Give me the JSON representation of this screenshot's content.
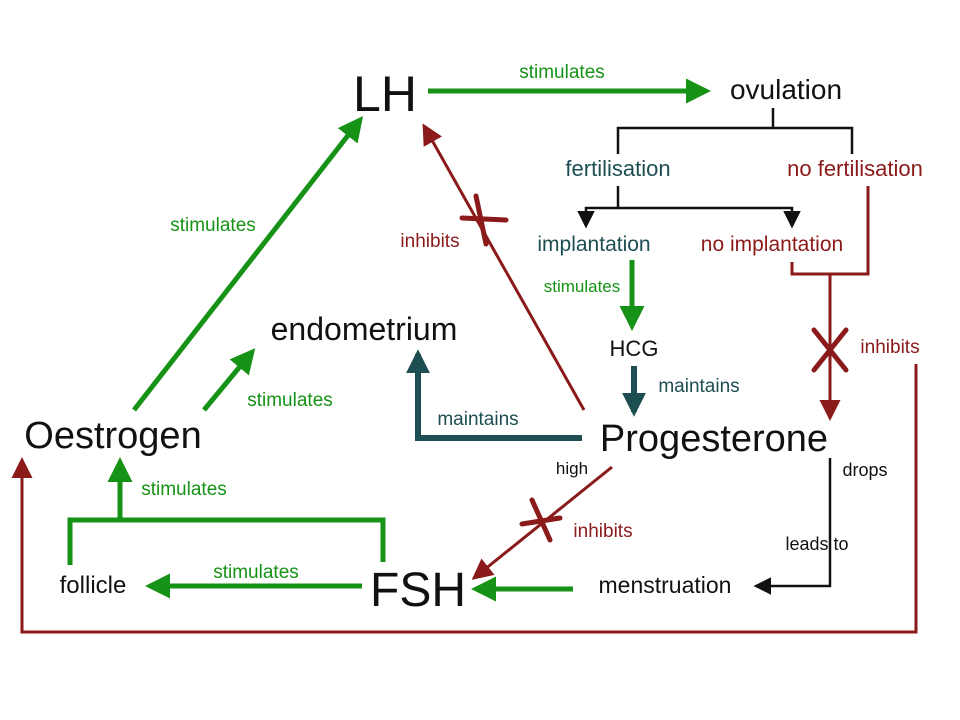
{
  "colors": {
    "green": "#169216",
    "red": "#8b1a1a",
    "teal": "#1d4e52",
    "black": "#111111"
  },
  "nodes": {
    "lh": "LH",
    "ovulation": "ovulation",
    "fertilisation": "fertilisation",
    "no_fertilisation": "no fertilisation",
    "implantation": "implantation",
    "no_implantation": "no implantation",
    "hcg": "HCG",
    "endometrium": "endometrium",
    "oestrogen": "Oestrogen",
    "progesterone": "Progesterone",
    "follicle": "follicle",
    "fsh": "FSH",
    "menstruation": "menstruation"
  },
  "labels": {
    "lh_ovulation": "stimulates",
    "oestrogen_lh": "stimulates",
    "oestrogen_endometrium": "stimulates",
    "progesterone_lh": "inhibits",
    "implantation_hcg": "stimulates",
    "hcg_progesterone": "maintains",
    "progesterone_endometrium": "maintains",
    "no_implantation_progesterone": "inhibits",
    "follicle_oestrogen": "stimulates",
    "fsh_follicle": "stimulates",
    "progesterone_high": "high",
    "progesterone_fsh": "inhibits",
    "progesterone_drops": "drops",
    "leads_to": "leads to"
  }
}
